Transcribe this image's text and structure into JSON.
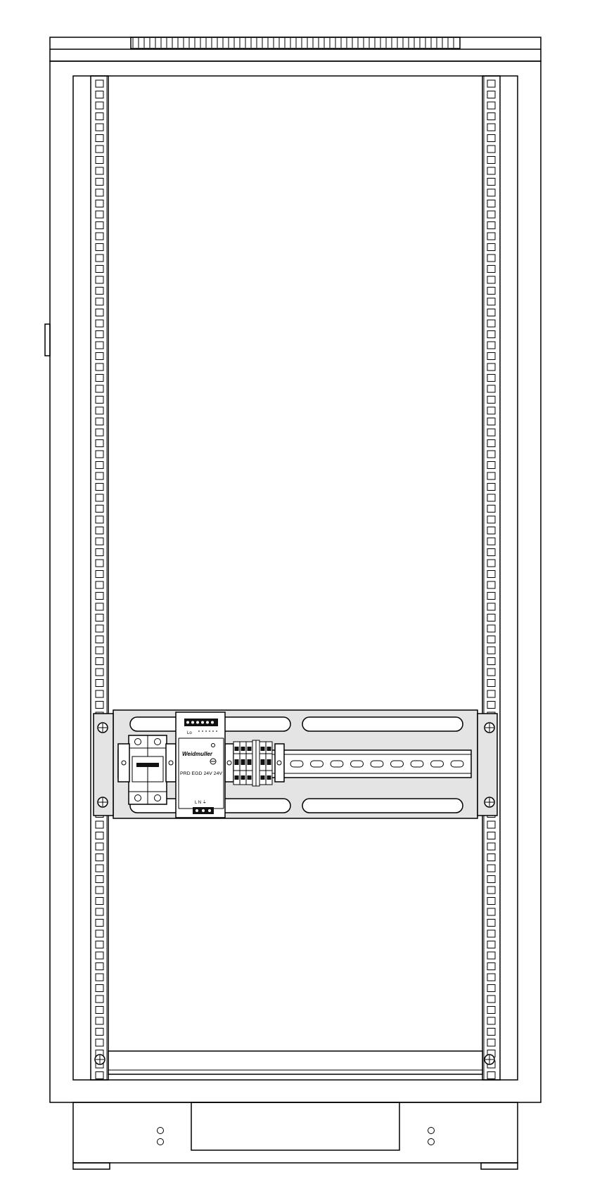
{
  "drawing": {
    "psu_brand": "Weidmuller",
    "psu_output_markings": "PRD EGD 24V 24V",
    "psu_input_markings": "L  N  ⏚",
    "top_connector_marking": "Lo",
    "icons": [
      "screw-head-icon",
      "ground-symbol-icon"
    ],
    "colors": {
      "line": "#000000",
      "background": "#ffffff",
      "panel_fill": "#e4e4e4"
    }
  }
}
